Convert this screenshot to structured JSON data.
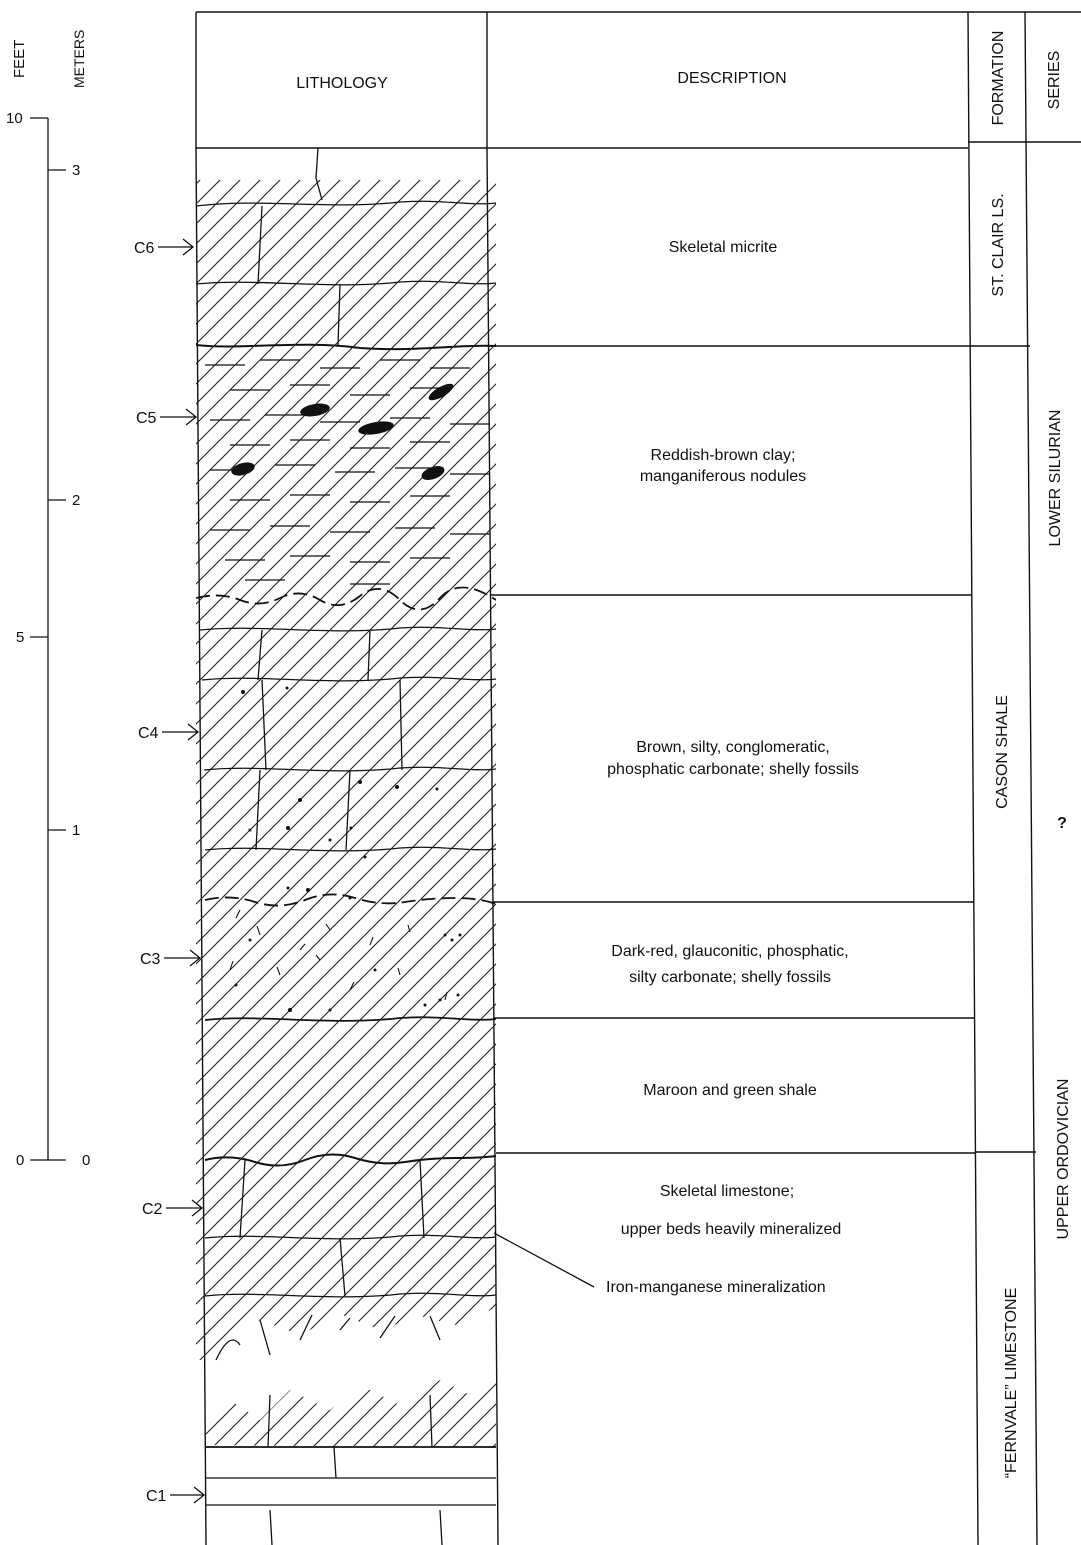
{
  "scale": {
    "feet_label": "FEET",
    "meters_label": "METERS",
    "feet_ticks": [
      "10",
      "5",
      "0"
    ],
    "meter_ticks": [
      "3",
      "2",
      "1",
      "0"
    ]
  },
  "headers": {
    "lithology": "LITHOLOGY",
    "description": "DESCRIPTION",
    "formation": "FORMATION",
    "series": "SERIES"
  },
  "descriptions": {
    "skeletal_micrite": "Skeletal micrite",
    "clay_line1": "Reddish-brown clay;",
    "clay_line2": "manganiferous nodules",
    "brown_line1": "Brown, silty, conglomeratic,",
    "brown_line2": "phosphatic carbonate; shelly fossils",
    "darkred_line1": "Dark-red, glauconitic, phosphatic,",
    "darkred_line2": "silty carbonate; shelly fossils",
    "maroon": "Maroon and green shale",
    "skeletal_ls_line1": "Skeletal limestone;",
    "skeletal_ls_line2": "upper beds heavily mineralized",
    "iron_manganese": "Iron-manganese mineralization"
  },
  "formations": {
    "st_clair": "ST. CLAIR LS.",
    "cason": "CASON SHALE",
    "fernvale": "“FERNVALE” LIMESTONE"
  },
  "series": {
    "lower_silurian": "LOWER SILURIAN",
    "question": "?",
    "upper_ordovician": "UPPER ORDOVICIAN"
  },
  "samples": [
    "C6",
    "C5",
    "C4",
    "C3",
    "C2",
    "C1"
  ]
}
